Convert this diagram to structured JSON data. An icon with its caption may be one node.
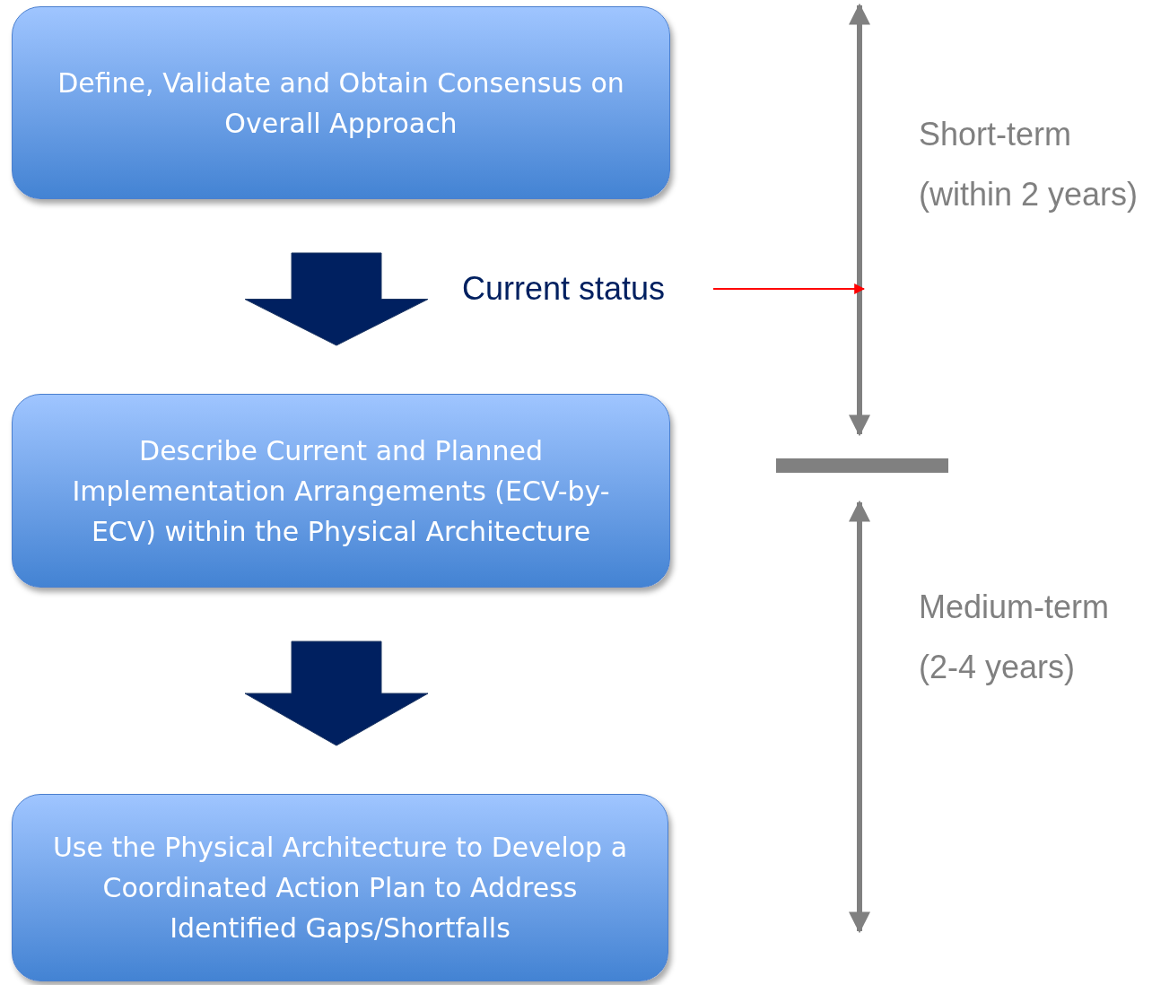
{
  "diagram": {
    "nodes": [
      {
        "text": [
          "Define, Validate and Obtain Consensus on Overall Approach"
        ]
      },
      {
        "text": [
          "Describe Current and Planned Implementation Arrangements (ECV-by-ECV) within the Physical Architecture"
        ]
      },
      {
        "text": [
          "Use the Physical Architecture to Develop a Coordinated Action Plan to Address Identified Gaps/Shortfalls"
        ]
      },
      {
        "text": [
          "Current status"
        ]
      }
    ],
    "edges": [
      {
        "from": 0,
        "to": 1,
        "arrow": "to",
        "style": "thick"
      },
      {
        "from": 1,
        "to": 2,
        "arrow": "to",
        "style": "thick"
      },
      {
        "from": 3,
        "to": null,
        "arrow": "to",
        "color": "#ff0000"
      }
    ],
    "labels": [
      "Short-term",
      "(within 2 years)",
      "Medium-term",
      "(2-4 years)"
    ]
  }
}
